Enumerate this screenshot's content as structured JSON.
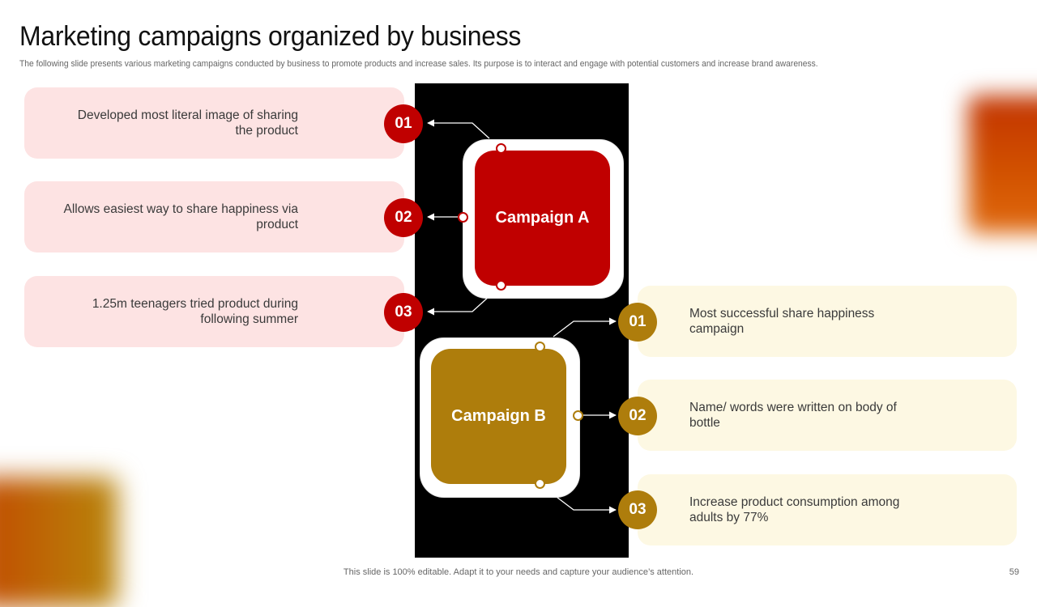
{
  "title": "Marketing campaigns organized by business",
  "subtitle": "The following slide presents various marketing campaigns conducted by business to promote products and increase sales. Its purpose is to interact and engage with potential customers and increase brand awareness.",
  "campaign_a": {
    "label": "Campaign A",
    "color": "#c00000",
    "items": [
      {
        "num": "01",
        "text": "Developed most literal image of sharing the product"
      },
      {
        "num": "02",
        "text": "Allows easiest way to share happiness via product"
      },
      {
        "num": "03",
        "text": "1.25m teenagers tried product during following summer"
      }
    ]
  },
  "campaign_b": {
    "label": "Campaign B",
    "color": "#ae7d0c",
    "items": [
      {
        "num": "01",
        "text": "Most successful share happiness campaign"
      },
      {
        "num": "02",
        "text": "Name/ words were written on body of bottle"
      },
      {
        "num": "03",
        "text": "Increase product consumption among adults by 77%"
      }
    ]
  },
  "footer": "This slide is 100% editable. Adapt it to your needs and capture your audience’s attention.",
  "page_number": "59"
}
